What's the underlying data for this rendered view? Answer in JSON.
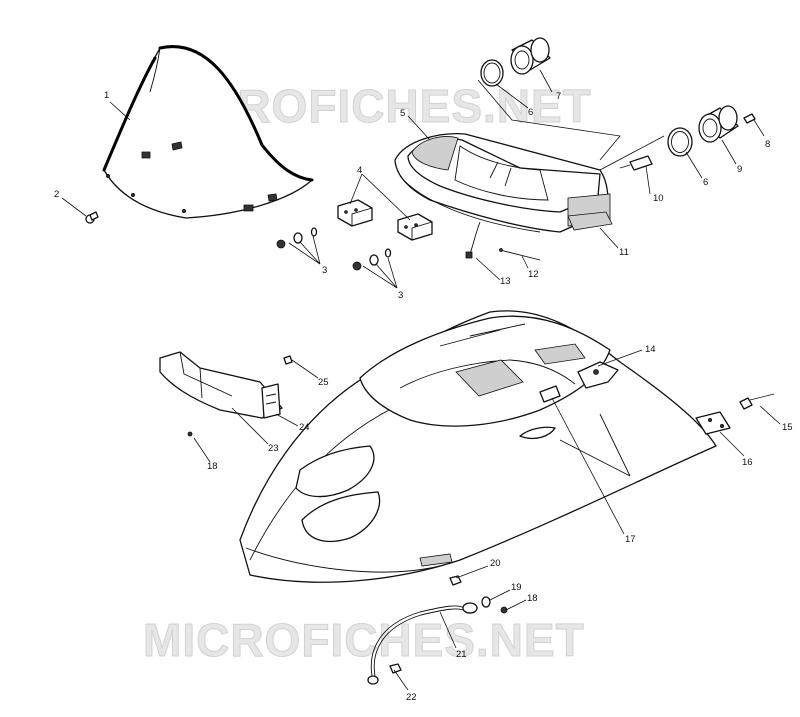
{
  "watermarks": [
    "MICROFICHES.NET",
    "MICROFICHES.NET"
  ],
  "callouts": [
    "1",
    "2",
    "3",
    "3",
    "4",
    "5",
    "6",
    "6",
    "7",
    "8",
    "9",
    "10",
    "11",
    "12",
    "13",
    "14",
    "15",
    "16",
    "17",
    "18",
    "18",
    "19",
    "20",
    "21",
    "22",
    "23",
    "24",
    "25"
  ]
}
